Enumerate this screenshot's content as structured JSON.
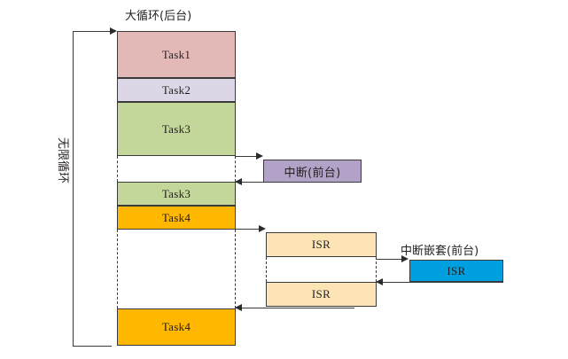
{
  "diagram": {
    "title": "大循环(后台)",
    "loop_label": "无限循环",
    "interrupt_label": "中断(前台)",
    "nested_interrupt_label": "中断嵌套(前台)",
    "background_blocks": [
      {
        "name": "task1",
        "label": "Task1",
        "color": "#e3b9b8"
      },
      {
        "name": "task2",
        "label": "Task2",
        "color": "#ddd6e6"
      },
      {
        "name": "task3a",
        "label": "Task3",
        "color": "#c4d79b"
      },
      {
        "name": "task3b",
        "label": "Task3",
        "color": "#c4d79b"
      },
      {
        "name": "task4a",
        "label": "Task4",
        "color": "#ffb700"
      },
      {
        "name": "task4b",
        "label": "Task4",
        "color": "#ffb700"
      }
    ],
    "foreground_blocks": [
      {
        "name": "interrupt",
        "label": "中断(前台)",
        "color": "#b3a2c7"
      },
      {
        "name": "isr-upper",
        "label": "ISR",
        "color": "#fce4b5"
      },
      {
        "name": "isr-lower",
        "label": "ISR",
        "color": "#fce4b5"
      },
      {
        "name": "isr-nested",
        "label": "ISR",
        "color": "#00a0e0"
      }
    ],
    "colors": {
      "task1": "#e3b9b8",
      "task2": "#ddd6e6",
      "task3": "#c4d79b",
      "task4": "#ffb700",
      "interrupt": "#b3a2c7",
      "isr": "#fce4b5",
      "isr_nested": "#00a0e0",
      "stroke": "#3a3a3a"
    }
  }
}
